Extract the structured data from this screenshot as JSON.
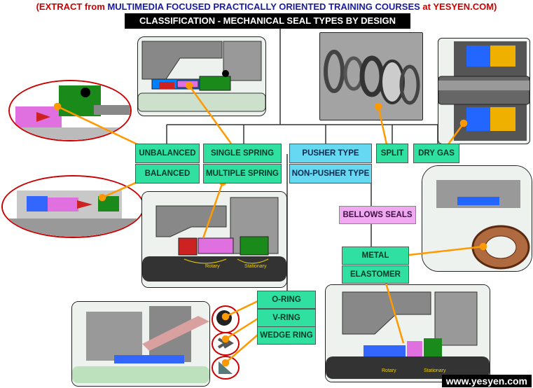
{
  "header": {
    "prefix": "(EXTRACT from",
    "course": "MULTIMEDIA FOCUSED PRACTICALLY ORIENTED TRAINING COURSES",
    "at": "at",
    "brand": "YESYEN.COM)"
  },
  "title": "CLASSIFICATION - MECHANICAL SEAL TYPES BY DESIGN",
  "categories": {
    "unbalanced": "UNBALANCED",
    "balanced": "BALANCED",
    "single_spring": "SINGLE SPRING",
    "multiple_spring": "MULTIPLE SPRING",
    "pusher": "PUSHER TYPE",
    "non_pusher": "NON-PUSHER TYPE",
    "split": "SPLIT",
    "dry_gas": "DRY GAS",
    "bellows": "BELLOWS SEALS",
    "metal": "METAL",
    "elastomer": "ELASTOMER",
    "o_ring": "O-RING",
    "v_ring": "V-RING",
    "wedge_ring": "WEDGE RING"
  },
  "labels": {
    "rotary_a": "Rotary",
    "stationary_a": "Stationary",
    "rotary_b": "Rotary",
    "stationary_b": "Stationary"
  },
  "watermark": "www.yesyen.com",
  "colors": {
    "category_green": "#2fe0a0",
    "category_blue": "#66d8f2",
    "bellows_pink": "#f0a8f0",
    "connector_orange": "#ff9900",
    "callout_red": "#cc0000"
  }
}
